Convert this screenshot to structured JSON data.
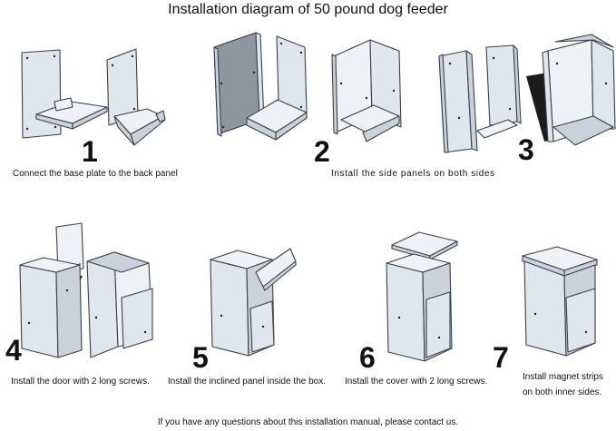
{
  "title": "Installation diagram of 50 pound dog feeder",
  "steps": [
    {
      "number": "1",
      "caption": "Connect the base plate to the back panel"
    },
    {
      "number": "2",
      "caption": "Install the side panels on both sides"
    },
    {
      "number": "3",
      "caption": ""
    },
    {
      "number": "4",
      "caption": "Install the door with 2 long screws."
    },
    {
      "number": "5",
      "caption": "Install the inclined panel inside the box."
    },
    {
      "number": "6",
      "caption": "Install the cover with 2 long screws."
    },
    {
      "number": "7",
      "caption": "Install magnet strips on both inner sides."
    }
  ],
  "footer": "If you have any questions about this installation manual, please contact us.",
  "colors": {
    "panel": "#dfe6ee",
    "outline": "#3b4047",
    "shadow": "#1b1b1b"
  }
}
